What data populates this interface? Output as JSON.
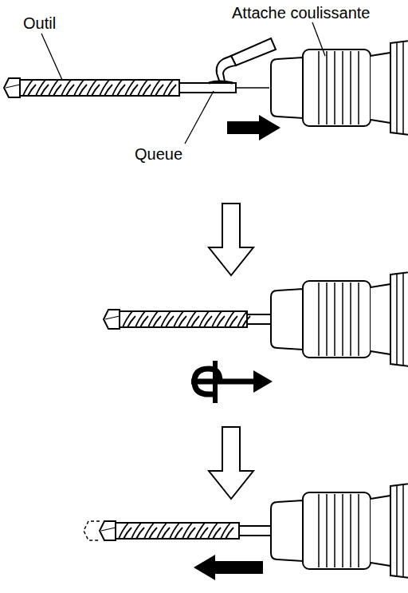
{
  "diagram": {
    "labels": [
      "Outil",
      "Attache coulissante",
      "Queue"
    ]
  }
}
